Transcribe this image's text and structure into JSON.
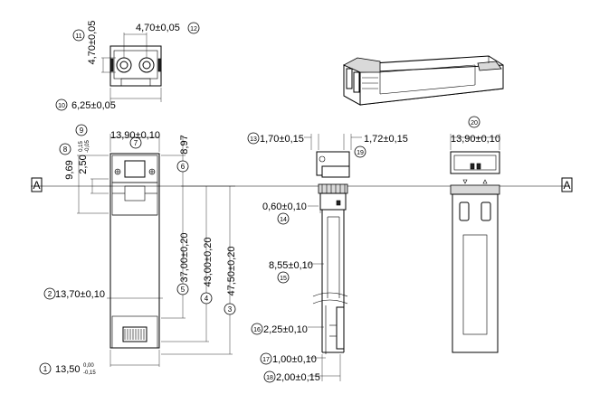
{
  "section_marks": {
    "left": "A",
    "right": "A"
  },
  "dimensions": [
    {
      "id": "d1",
      "num": "1",
      "text": "13,50",
      "tol_top": "0,00",
      "tol_bottom": "-0,15"
    },
    {
      "id": "d2",
      "num": "2",
      "text": "13,70±0,10"
    },
    {
      "id": "d3",
      "num": "3",
      "text": "47,50±0,20"
    },
    {
      "id": "d4",
      "num": "4",
      "text": "43,00±0,20"
    },
    {
      "id": "d5",
      "num": "5",
      "text": "37,00±0,20"
    },
    {
      "id": "d6",
      "num": "6",
      "text": "8,97"
    },
    {
      "id": "d7",
      "num": "7",
      "text": "13,90±0,10"
    },
    {
      "id": "d8",
      "num": "8",
      "text": "9,69"
    },
    {
      "id": "d9",
      "num": "9",
      "text": "2,50",
      "tol_top": "0,15",
      "tol_bottom": "-0,05"
    },
    {
      "id": "d10",
      "num": "10",
      "text": "6,25±0,05"
    },
    {
      "id": "d11",
      "num": "11",
      "text": "4,70±0,05"
    },
    {
      "id": "d12",
      "num": "12",
      "text": "4,70±0,05"
    },
    {
      "id": "d13",
      "num": "13",
      "text": "1,70±0,15"
    },
    {
      "id": "d14",
      "num": "14",
      "text": "0,60±0,10"
    },
    {
      "id": "d15",
      "num": "15",
      "text": "8,55±0,10"
    },
    {
      "id": "d16",
      "num": "16",
      "text": "2,25±0,10"
    },
    {
      "id": "d17",
      "num": "17",
      "text": "1,00±0,10"
    },
    {
      "id": "d18",
      "num": "18",
      "text": "2,00±0,15"
    },
    {
      "id": "d19",
      "num": "19",
      "text": "1,72±0,15"
    },
    {
      "id": "d20",
      "num": "20",
      "text": "13,90±0,10"
    }
  ]
}
